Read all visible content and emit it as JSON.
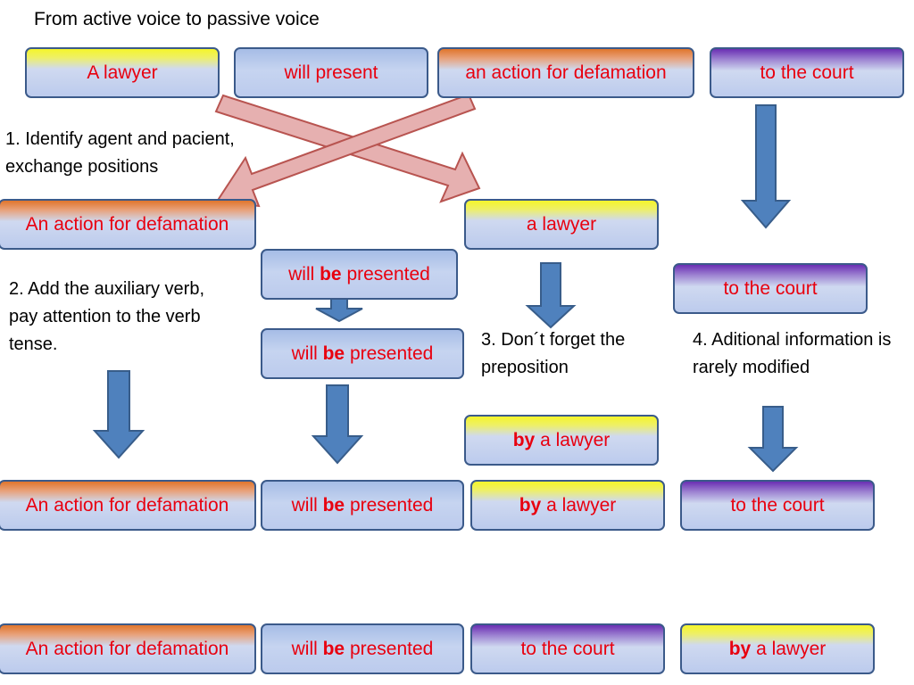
{
  "title": "From active voice to passive voice",
  "row1": {
    "agent": "A lawyer",
    "verb": "will present",
    "object": "an action for defamation",
    "complement": "to the court"
  },
  "step1": {
    "note": "1.  Identify agent and pacient, exchange positions",
    "subject": "An action for defamation",
    "agent": "a lawyer"
  },
  "step2": {
    "note": "2. Add the auxiliary verb, pay attention to the verb tense.",
    "verb_top": {
      "pre": "will ",
      "bold": "be",
      "post": " presented"
    },
    "verb_bottom": {
      "pre": "will ",
      "bold": "be",
      "post": " presented"
    }
  },
  "step3": {
    "note": "3. Don´t forget the preposition",
    "agent": {
      "bold": "by",
      "post": " a lawyer"
    }
  },
  "step4": {
    "note": "4.  Aditional information is rarely modified",
    "complement": "to the court"
  },
  "result1": {
    "subject": "An action for defamation",
    "verb": {
      "pre": "will ",
      "bold": "be",
      "post": " presented"
    },
    "agent": {
      "bold": "by",
      "post": " a lawyer"
    },
    "complement": "to the court"
  },
  "result2": {
    "subject": "An action for defamation",
    "verb": {
      "pre": "will ",
      "bold": "be",
      "post": " presented"
    },
    "complement": "to the court",
    "agent": {
      "bold": "by",
      "post": " a lawyer"
    }
  },
  "colors": {
    "text_red": "#e8000f",
    "box_border": "#3b5a8a",
    "arrow_blue": "#4f81bd",
    "arrow_blue_border": "#385d8a",
    "arrow_pink": "#e6b0b0",
    "arrow_pink_border": "#b85450",
    "accent_yellow": "#f5f52b",
    "accent_orange": "#e0752c",
    "accent_purple": "#6a2fb3"
  },
  "icons": [
    "down-arrow",
    "crossing-arrows"
  ]
}
